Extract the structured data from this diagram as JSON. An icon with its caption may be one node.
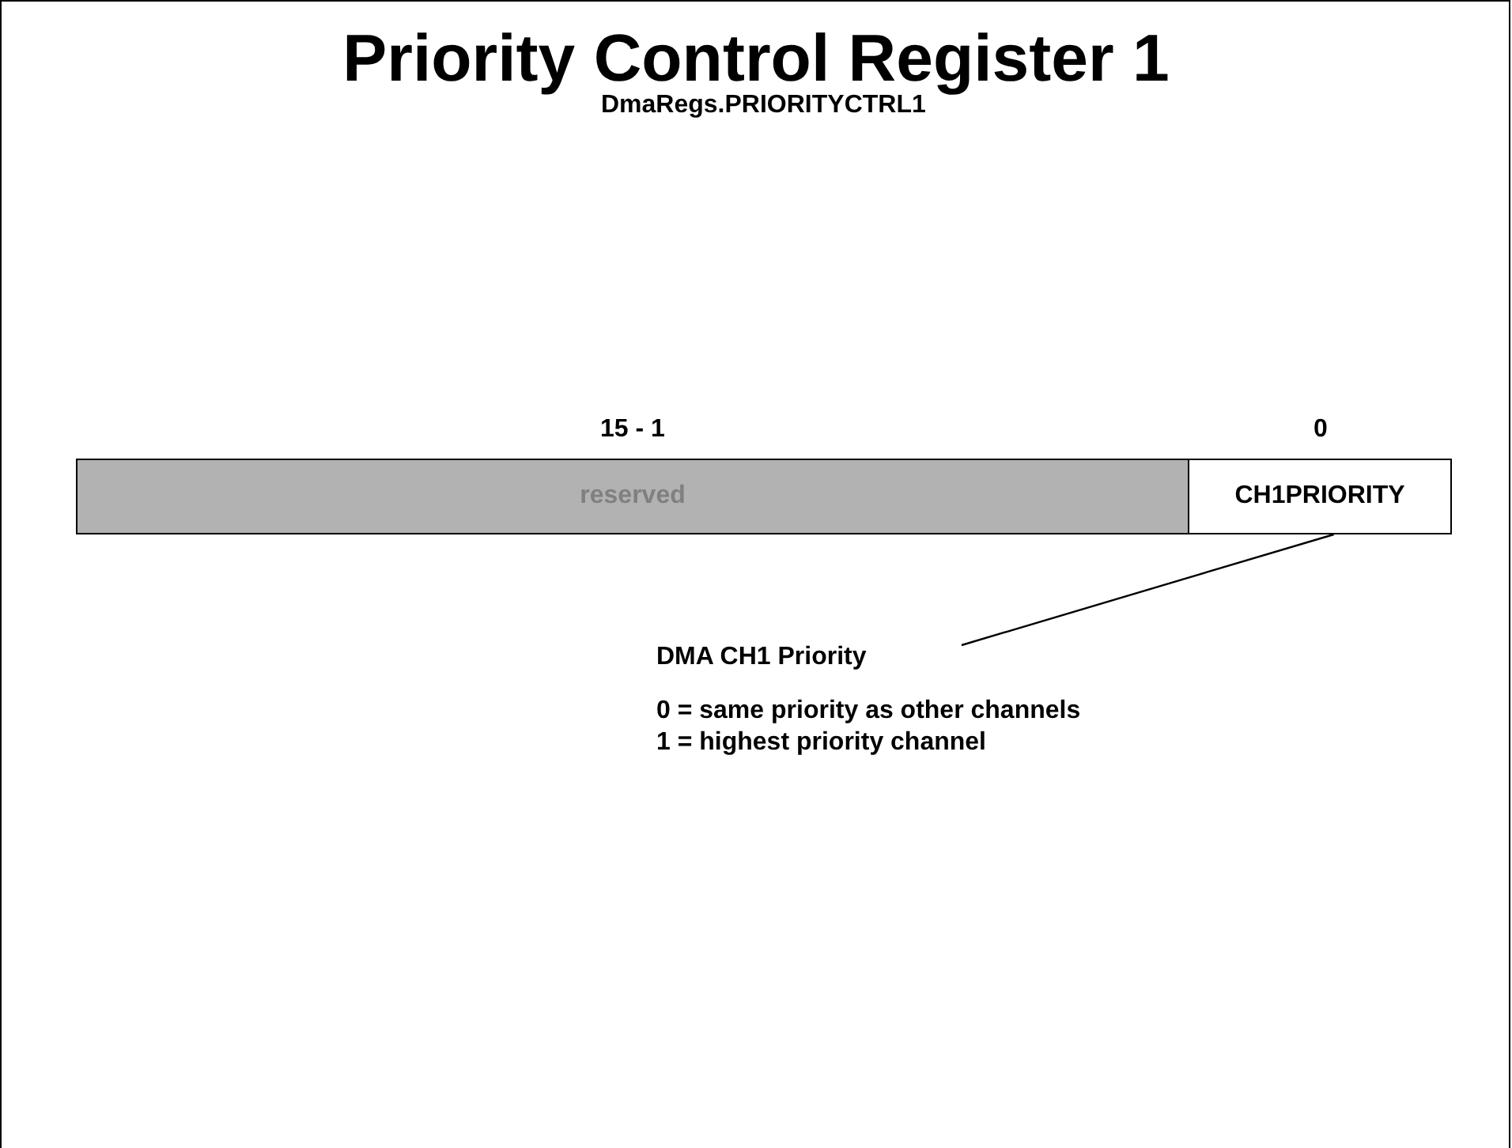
{
  "diagram": {
    "title": "Priority Control Register 1",
    "nodes": [
      {
        "text": [
          "reserved"
        ],
        "beside": [
          "15 - 1"
        ]
      },
      {
        "text": [
          "CH1PRIORITY"
        ],
        "beside": [
          "0"
        ]
      },
      {
        "text": [
          "DMA CH1 Priority",
          "0 = same priority as other channels",
          "1 = highest priority channel"
        ]
      }
    ],
    "edges": [
      {
        "from": 2,
        "to": 1,
        "arrow": "none"
      }
    ],
    "labels": [
      "DmaRegs.PRIORITYCTRL1"
    ]
  }
}
